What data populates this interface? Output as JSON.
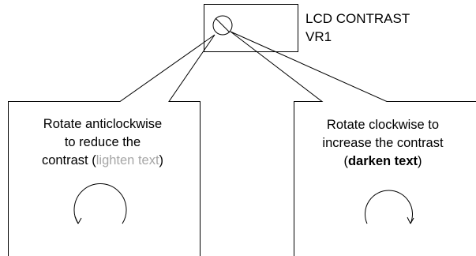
{
  "component": {
    "line1": "LCD CONTRAST",
    "line2": "VR1"
  },
  "left_callout": {
    "line1": "Rotate anticlockwise",
    "line2": "to reduce the",
    "line3_prefix": "contrast (",
    "line3_highlight": "lighten text",
    "line3_suffix": ")",
    "rotation_icon": "anticlockwise-arrow-icon",
    "highlight_color": "#a6a6a6"
  },
  "right_callout": {
    "line1": "Rotate clockwise to",
    "line2": "increase the contrast",
    "line3_prefix": "(",
    "line3_highlight": "darken text",
    "line3_suffix": ")",
    "rotation_icon": "clockwise-arrow-icon"
  }
}
